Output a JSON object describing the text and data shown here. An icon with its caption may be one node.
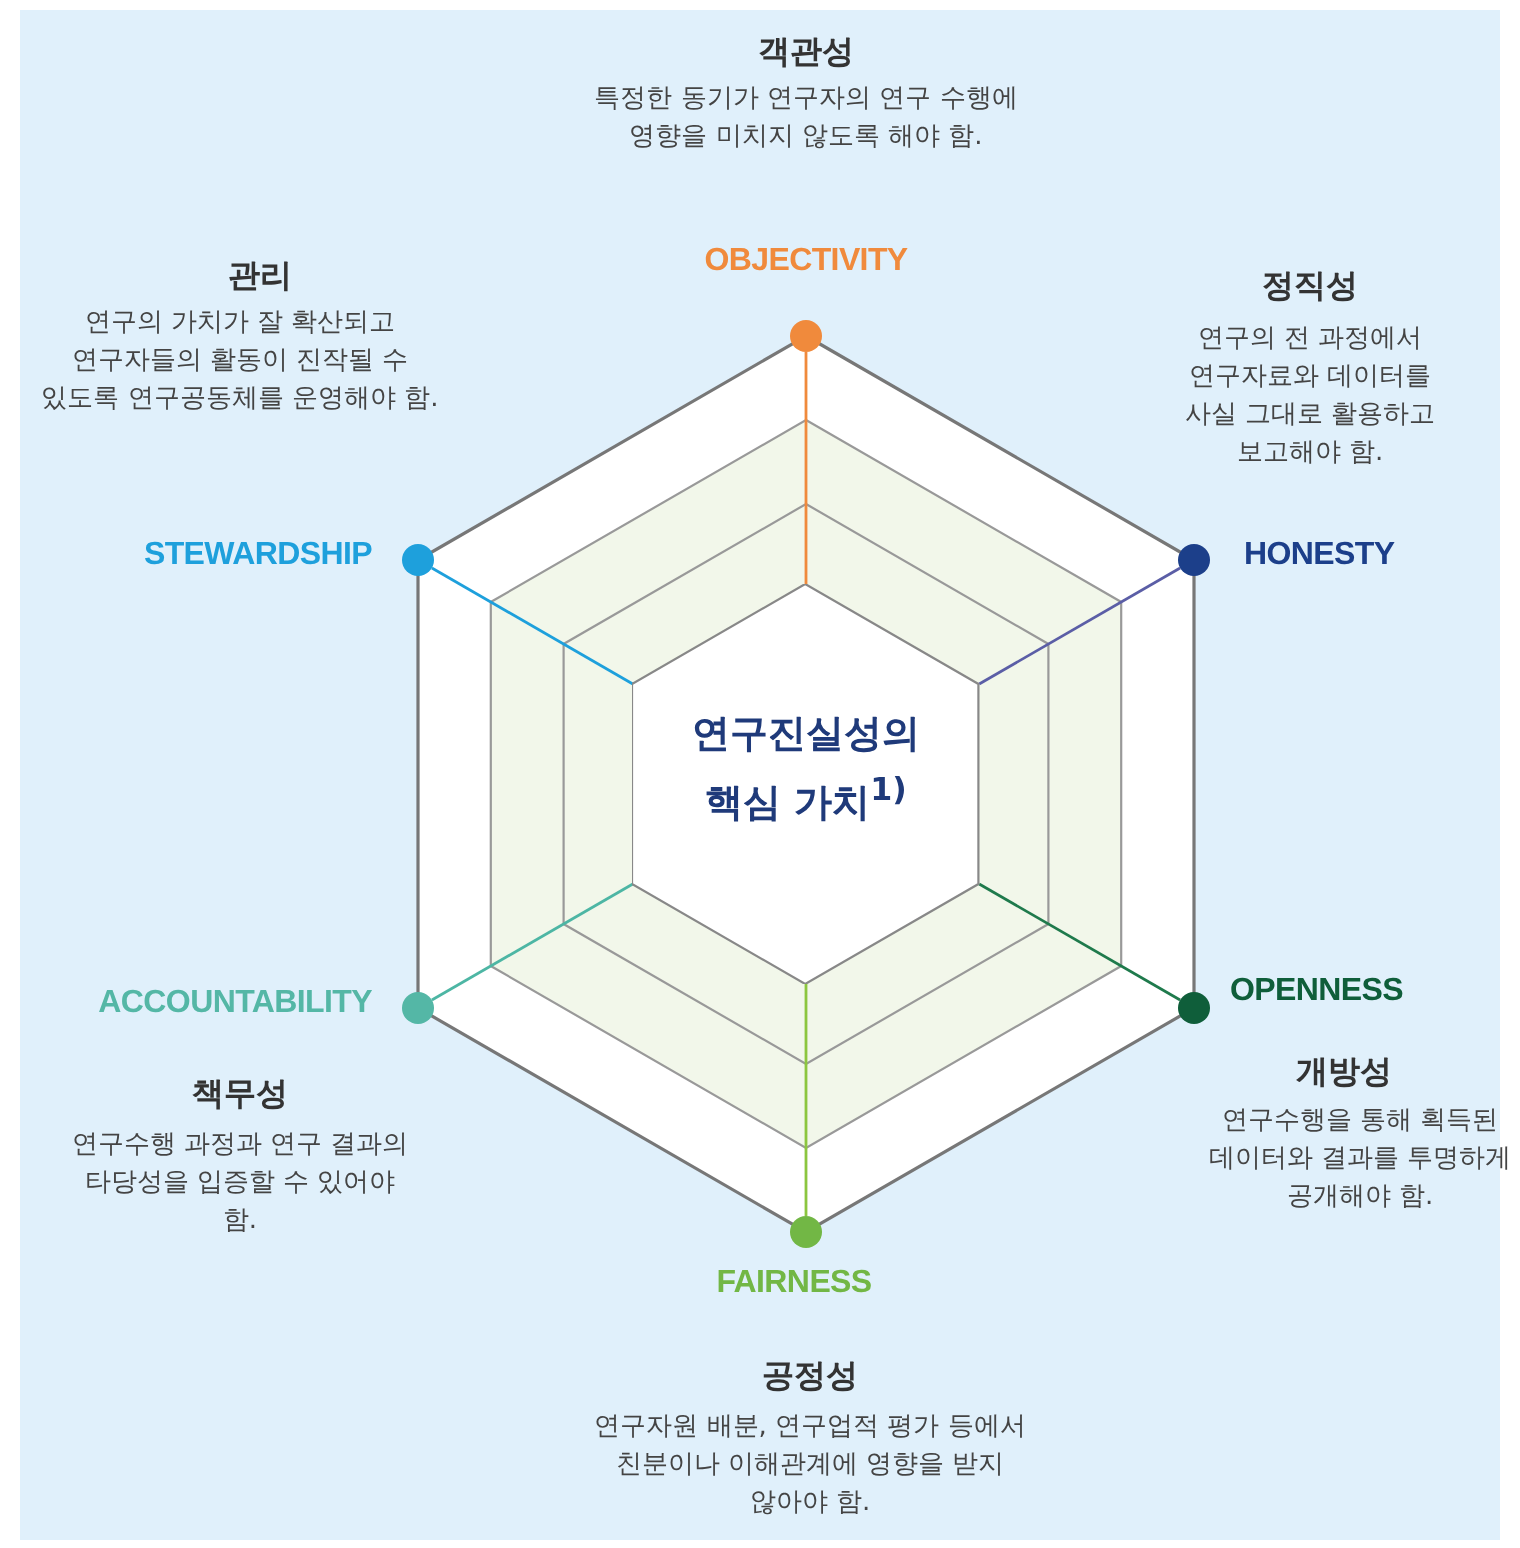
{
  "diagram": {
    "nodes": [
      {
        "text": [
          "연구진실성의 핵심 가치$^{1)}$"
        ]
      },
      {
        "text": [],
        "shape": "circle",
        "beside": [
          "OBJECTIVITY",
          "객관성",
          "특정한 동기가 연구자의 연구 수행에 영향을 미치지 않도록 해야 함."
        ]
      },
      {
        "text": [],
        "shape": "circle",
        "beside": [
          "HONESTY",
          "정직성",
          "연구의 전 과정에서 연구자료와 데이터를 사실 그대로 활용하고 보고해야 함."
        ]
      },
      {
        "text": [],
        "shape": "circle",
        "beside": [
          "OPENNESS",
          "개방성",
          "연구수행을 통해 획득된 데이터와 결과를 투명하게 공개해야 함."
        ]
      },
      {
        "text": [],
        "shape": "circle",
        "beside": [
          "FAIRNESS",
          "공정성",
          "연구자원 배분, 연구업적 평가 등에서 친분이나 이해관계에 영향을 받지 않아야 함."
        ]
      },
      {
        "text": [],
        "shape": "circle",
        "beside": [
          "ACCOUNTABILITY",
          "책무성",
          "연구수행 과정과 연구 결과의 타당성을 입증할 수 있어야 함."
        ]
      },
      {
        "text": [],
        "shape": "circle",
        "beside": [
          "STEWARDSHIP",
          "관리",
          "연구의 가치가 잘 확산되고 연구자들의 활동이 진작될 수 있도록 연구공동체를 운영해야 함."
        ]
      }
    ],
    "edges": [
      {
        "from": 0,
        "to": 1,
        "arrow": "none",
        "color": "#f08a3c"
      },
      {
        "from": 0,
        "to": 2,
        "arrow": "none",
        "color": "#5b5ea6"
      },
      {
        "from": 0,
        "to": 3,
        "arrow": "none",
        "color": "#1f7a4c"
      },
      {
        "from": 0,
        "to": 4,
        "arrow": "none",
        "color": "#8cc63f"
      },
      {
        "from": 0,
        "to": 5,
        "arrow": "none",
        "color": "#4db6a4"
      },
      {
        "from": 0,
        "to": 6,
        "arrow": "none",
        "color": "#1ea0dc"
      }
    ]
  }
}
